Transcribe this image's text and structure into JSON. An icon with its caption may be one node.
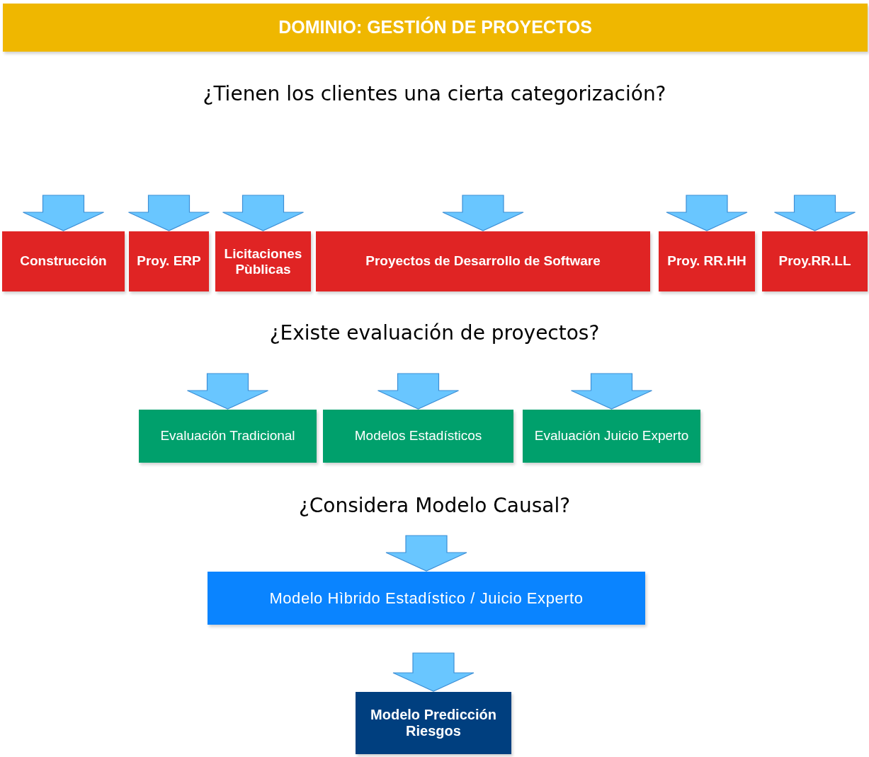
{
  "diagram": {
    "nodes": [
      {
        "text": [
          "DOMINIO: GESTIÓN DE PROYECTOS"
        ]
      },
      {
        "text": [
          "Construcción"
        ]
      },
      {
        "text": [
          "Proy. ERP"
        ]
      },
      {
        "text": [
          "Licitaciones Pùblicas"
        ]
      },
      {
        "text": [
          "Proyectos de Desarrollo de Software"
        ]
      },
      {
        "text": [
          "Proy. RR.HH"
        ]
      },
      {
        "text": [
          "Proy.RR.LL"
        ]
      },
      {
        "text": [
          "Evaluación Tradicional"
        ]
      },
      {
        "text": [
          "Modelos Estadísticos"
        ]
      },
      {
        "text": [
          "Evaluación Juicio Experto"
        ]
      },
      {
        "text": [
          "Modelo Hìbrido Estadístico / Juicio Experto"
        ]
      },
      {
        "text": [
          "Modelo Predicción Riesgos"
        ]
      }
    ],
    "edges": [
      {
        "from": null,
        "to": 1,
        "arrow": "to"
      },
      {
        "from": null,
        "to": 2,
        "arrow": "to"
      },
      {
        "from": null,
        "to": 3,
        "arrow": "to"
      },
      {
        "from": null,
        "to": 4,
        "arrow": "to"
      },
      {
        "from": null,
        "to": 5,
        "arrow": "to"
      },
      {
        "from": null,
        "to": 6,
        "arrow": "to"
      },
      {
        "from": null,
        "to": 7,
        "arrow": "to"
      },
      {
        "from": null,
        "to": 8,
        "arrow": "to"
      },
      {
        "from": null,
        "to": 9,
        "arrow": "to"
      },
      {
        "from": null,
        "to": 10,
        "arrow": "to"
      },
      {
        "from": 10,
        "to": 11,
        "arrow": "to"
      }
    ],
    "labels": [
      "¿Tienen los clientes una cierta categorización?",
      "¿Existe evaluación de proyectos?",
      "¿Considera Modelo Causal?"
    ]
  }
}
